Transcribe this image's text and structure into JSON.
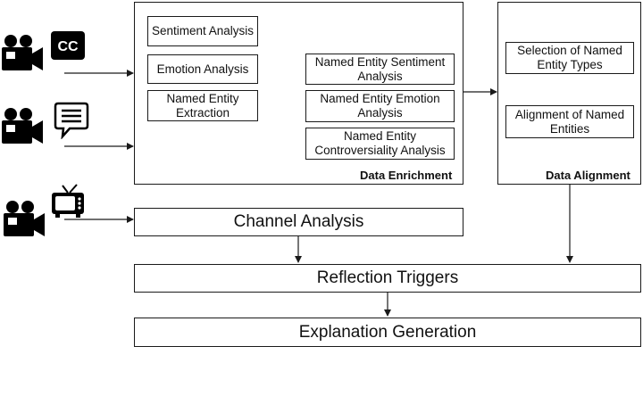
{
  "enrichment": {
    "title": "Data Enrichment",
    "sentiment": "Sentiment Analysis",
    "emotion": "Emotion Analysis",
    "ner_line1": "Named Entity",
    "ner_line2": "Extraction",
    "ne_sentiment_line1": "Named Entity Sentiment",
    "ne_sentiment_line2": "Analysis",
    "ne_emotion_line1": "Named Entity Emotion",
    "ne_emotion_line2": "Analysis",
    "ne_contro_line1": "Named Entity",
    "ne_contro_line2": "Controversiality Analysis"
  },
  "alignment": {
    "title": "Data Alignment",
    "selection_line1": "Selection of Named",
    "selection_line2": "Entity Types",
    "align_line1": "Alignment of Named",
    "align_line2": "Entities"
  },
  "channel": "Channel Analysis",
  "reflection": "Reflection Triggers",
  "explanation": "Explanation Generation",
  "icons": {
    "row1": [
      "video-camera-icon",
      "closed-captions-icon"
    ],
    "row2": [
      "video-camera-icon",
      "chat-bubble-icon"
    ],
    "row3": [
      "video-camera-icon",
      "television-icon"
    ]
  },
  "icon_glyphs": {
    "captions": "CC"
  }
}
